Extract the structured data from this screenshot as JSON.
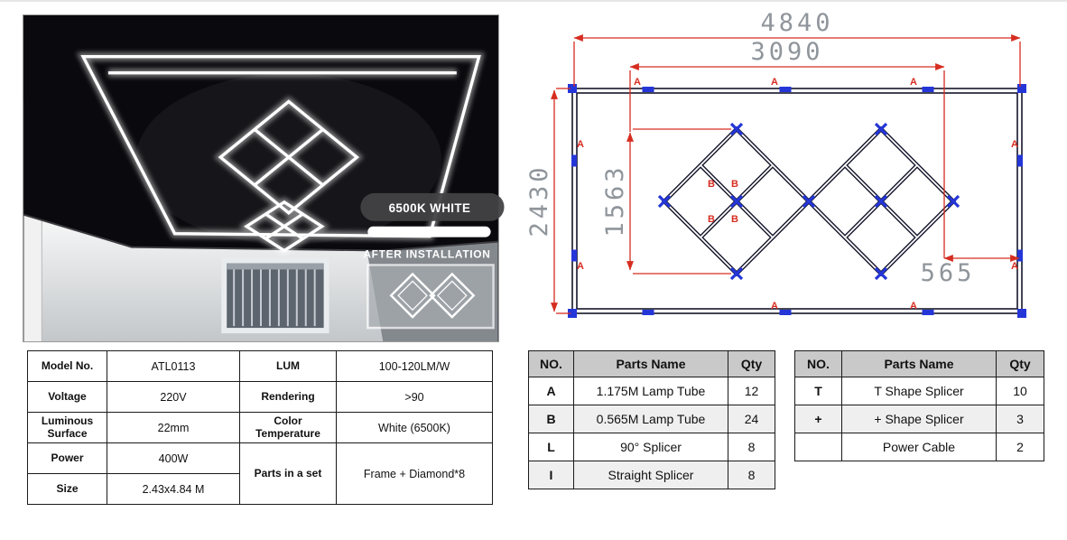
{
  "photo": {
    "badge": "6500K WHITE",
    "caption": "AFTER INSTALLATION"
  },
  "spec_table": {
    "rows": [
      {
        "l1": "Model No.",
        "v1": "ATL0113",
        "l2": "LUM",
        "v2": "100-120LM/W"
      },
      {
        "l1": "Voltage",
        "v1": "220V",
        "l2": "Rendering",
        "v2": ">90"
      },
      {
        "l1": "Luminous Surface",
        "v1": "22mm",
        "l2": "Color Temperature",
        "v2": "White (6500K)"
      },
      {
        "l1": "Power",
        "v1": "400W",
        "l2": "Parts in a set",
        "v2": "Frame + Diamond*8"
      },
      {
        "l1": "Size",
        "v1": "2.43x4.84 M"
      }
    ]
  },
  "diagram": {
    "dim_width_outer": "4840",
    "dim_width_inner": "3090",
    "dim_height_outer": "2430",
    "dim_height_inner": "1563",
    "dim_offset": "565",
    "label_a": "A",
    "label_b": "B",
    "colors": {
      "dimension_red": "#d62d20",
      "marker_blue": "#2436d8",
      "tube_dark": "#15152b",
      "dim_text_gray": "#8f959b"
    }
  },
  "parts_table_1": {
    "headers": [
      "NO.",
      "Parts Name",
      "Qty"
    ],
    "rows": [
      [
        "A",
        "1.175M Lamp Tube",
        "12"
      ],
      [
        "B",
        "0.565M Lamp Tube",
        "24"
      ],
      [
        "L",
        "90° Splicer",
        "8"
      ],
      [
        "I",
        "Straight Splicer",
        "8"
      ]
    ]
  },
  "parts_table_2": {
    "headers": [
      "NO.",
      "Parts Name",
      "Qty"
    ],
    "rows": [
      [
        "T",
        "T Shape Splicer",
        "10"
      ],
      [
        "+",
        "+ Shape Splicer",
        "3"
      ],
      [
        "",
        "Power Cable",
        "2"
      ]
    ]
  }
}
